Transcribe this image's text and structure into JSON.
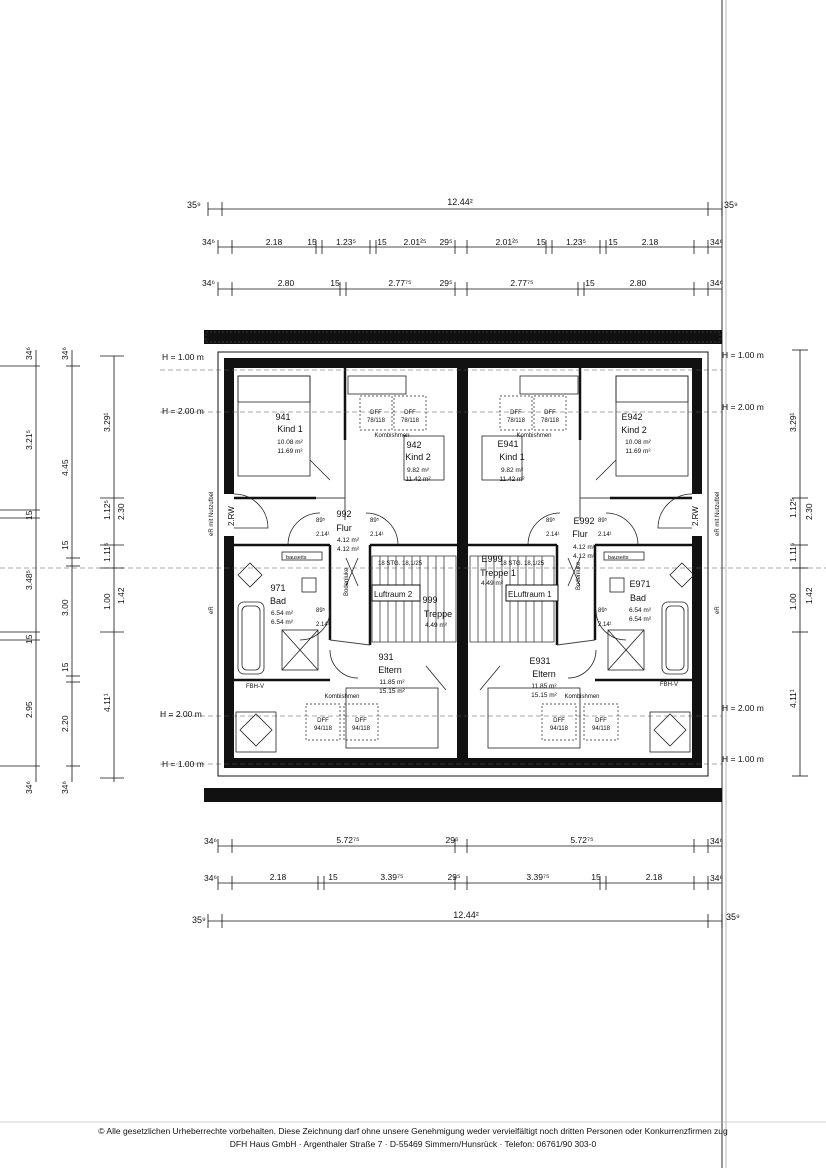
{
  "dims": {
    "top_total": "12.44²",
    "top_side_l": "35⁹",
    "top_side_r": "35⁹",
    "top2": [
      "34⁶",
      "2.18",
      "15",
      "1.23⁵",
      "15",
      "2.01²⁵",
      "29⁵",
      "2.01²⁵",
      "15",
      "1.23⁵",
      "15",
      "2.18",
      "34⁶"
    ],
    "top3": [
      "34⁶",
      "2.80",
      "15",
      "2.77⁷⁵",
      "29⁵",
      "2.77⁷⁵",
      "15",
      "2.80",
      "34⁶"
    ],
    "bot1": [
      "34⁶",
      "5.72⁷⁵",
      "29⁵",
      "5.72⁷⁵",
      "34⁶"
    ],
    "bot2": [
      "34⁶",
      "2.18",
      "15",
      "3.39⁷⁵",
      "29⁵",
      "3.39⁷⁵",
      "15",
      "2.18",
      "34⁶"
    ],
    "bot_total": "12.44²",
    "bot_side_l": "35⁹",
    "bot_side_r": "35⁹",
    "left_a": [
      "34⁶",
      "3.21⁵",
      "15",
      "3.48⁵",
      "15",
      "2.95",
      "34⁶"
    ],
    "left_b": [
      "34⁶",
      "4.45",
      "15",
      "3.00",
      "15",
      "2.20",
      "34⁶"
    ],
    "left_c": [
      "3.29¹",
      "1.12⁵",
      "1.11⁵",
      "1.00",
      "4.11¹"
    ],
    "left_d": [
      "2.30",
      "1.42"
    ],
    "right_a": [
      "3.29¹",
      "1.12⁵",
      "1.11⁵",
      "1.00",
      "4.11¹"
    ],
    "right_b": [
      "2.30",
      "1.42"
    ]
  },
  "heights": {
    "h1": "H = 1.00 m",
    "h2": "H = 2.00 m"
  },
  "rooms": {
    "r941": {
      "num": "941",
      "name": "Kind 1",
      "a1": "10.08 m²",
      "a2": "11.69 m²"
    },
    "r942": {
      "num": "942",
      "name": "Kind 2",
      "a1": "9.82 m²",
      "a2": "11.42 m²"
    },
    "e941": {
      "num": "E941",
      "name": "Kind 1",
      "a1": "9.82 m²",
      "a2": "11.42 m²"
    },
    "e942": {
      "num": "E942",
      "name": "Kind 2",
      "a1": "10.08 m²",
      "a2": "11.69 m²"
    },
    "r992": {
      "num": "992",
      "name": "Flur",
      "a1": "4.12 m²",
      "a2": "4.12 m²"
    },
    "e992": {
      "num": "E992",
      "name": "Flur",
      "a1": "4.12 m²",
      "a2": "4.12 m²"
    },
    "r971": {
      "num": "971",
      "name": "Bad",
      "a1": "6.54 m²",
      "a2": "6.54 m²"
    },
    "e971": {
      "num": "E971",
      "name": "Bad",
      "a1": "6.54 m²",
      "a2": "6.54 m²"
    },
    "r999": {
      "num": "999",
      "name": "Treppe",
      "a1": "4.49 m²"
    },
    "e999": {
      "num": "E999",
      "name": "Treppe 1",
      "a1": "4.49 m²"
    },
    "r931": {
      "num": "931",
      "name": "Eltern",
      "a1": "11.85 m²",
      "a2": "15.15 m²"
    },
    "e931": {
      "num": "E931",
      "name": "Eltern",
      "a1": "11.85 m²",
      "a2": "15.15 m²"
    }
  },
  "labels": {
    "dff_top": "DFF",
    "dff_top_size": "78/118",
    "dff_bot": "DFF",
    "dff_bot_size": "94/118",
    "kombi": "Kombishmen",
    "kombi_bot": "Kombishmen",
    "luftraum2": "Luftraum 2",
    "luftraum1": "ELuftraum 1",
    "stg": "18 STG. 18,1/25",
    "bodentuke": "Bodenluke",
    "bauseits": "bauseits",
    "fbh": "FBH-V",
    "rw": "2.RW",
    "rwnote": "eR mit Nutzufbel",
    "er": "eR",
    "door89": "89⁵",
    "door214": "2.14¹"
  },
  "footer": {
    "line1": "© Alle gesetzlichen Urheberrechte vorbehalten. Diese Zeichnung darf ohne unsere Genehmigung weder vervielfältigt noch dritten Personen oder Konkurrenzfirmen zug",
    "line2": "DFH Haus GmbH · Argenthaler Straße 7 · D-55469 Simmern/Hunsrück · Telefon: 06761/90 303-0"
  }
}
